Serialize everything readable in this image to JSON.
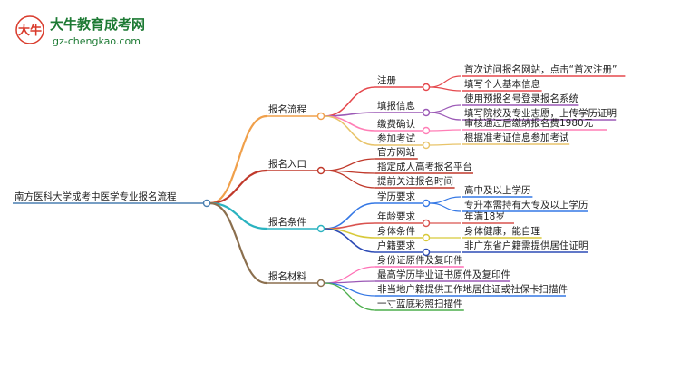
{
  "logo": {
    "mark": "大牛",
    "title": "大牛教育成考网",
    "url": "gz-chengkao.com"
  },
  "root": {
    "label": "南方医科大学成考中医学专业报名流程"
  },
  "branches": [
    {
      "label": "报名流程",
      "color": "#f0a04b",
      "children": [
        {
          "label": "注册",
          "color": "#e5484d",
          "leaves": [
            {
              "text": "首次访问报名网站，点击“首次注册”",
              "color": "#e5484d"
            },
            {
              "text": "填写个人基本信息",
              "color": "#e5484d"
            }
          ]
        },
        {
          "label": "填报信息",
          "color": "#9b59b6",
          "leaves": [
            {
              "text": "使用预报名号登录报名系统",
              "color": "#9b59b6"
            },
            {
              "text": "填写院校及专业志愿，上传学历证明",
              "color": "#9b59b6"
            }
          ]
        },
        {
          "label": "缴费确认",
          "color": "#ff7eb6",
          "leaves": [
            {
              "text": "审核通过后缴纳报名费1980元",
              "color": "#ff7eb6"
            }
          ]
        },
        {
          "label": "参加考试",
          "color": "#e8c46a",
          "leaves": [
            {
              "text": "根据准考证信息参加考试",
              "color": "#e8c46a"
            }
          ]
        }
      ]
    },
    {
      "label": "报名入口",
      "color": "#c0392b",
      "children": [],
      "leaves": [
        {
          "text": "官方网站",
          "color": "#c0392b"
        },
        {
          "text": "指定成人高考报名平台",
          "color": "#c0392b"
        },
        {
          "text": "提前关注报名时间",
          "color": "#c0392b"
        }
      ]
    },
    {
      "label": "报名条件",
      "color": "#2bb3c0",
      "children": [
        {
          "label": "学历要求",
          "color": "#3578e5",
          "leaves": [
            {
              "text": "高中及以上学历",
              "color": "#3578e5"
            },
            {
              "text": "专升本需持有大专及以上学历",
              "color": "#3578e5"
            }
          ]
        },
        {
          "label": "年龄要求",
          "color": "#d9534f",
          "leaves": [
            {
              "text": "年满18岁",
              "color": "#d9534f"
            }
          ]
        },
        {
          "label": "身体条件",
          "color": "#d8c93a",
          "leaves": [
            {
              "text": "身体健康，能自理",
              "color": "#d8c93a"
            }
          ]
        },
        {
          "label": "户籍要求",
          "color": "#2d4bb5",
          "leaves": [
            {
              "text": "非广东省户籍需提供居住证明",
              "color": "#2d4bb5"
            }
          ]
        }
      ]
    },
    {
      "label": "报名材料",
      "color": "#8b6f4e",
      "children": [],
      "leaves": [
        {
          "text": "身份证原件及复印件",
          "color": "#ff6fb5"
        },
        {
          "text": "最高学历毕业证书原件及复印件",
          "color": "#9b59b6"
        },
        {
          "text": "非当地户籍提供工作地居住证或社保卡扫描件",
          "color": "#3578e5"
        },
        {
          "text": "一寸蓝底彩照扫描件",
          "color": "#4cae4c"
        }
      ]
    }
  ]
}
